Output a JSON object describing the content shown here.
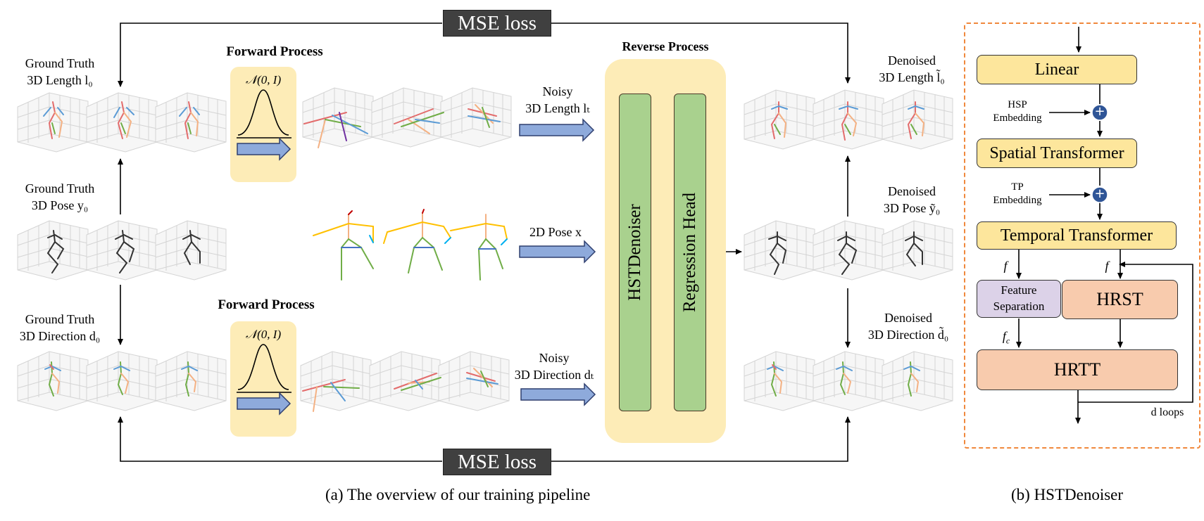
{
  "mse_top": "MSE loss",
  "mse_bottom": "MSE loss",
  "forward_top": "Forward Process",
  "forward_bottom": "Forward Process",
  "reverse_title": "Reverse Process",
  "gauss_label": "𝒩(0, I)",
  "left": {
    "length": [
      "Ground Truth",
      "3D Length  l₀"
    ],
    "pose": [
      "Ground Truth",
      "3D Pose  y₀"
    ],
    "direction": [
      "Ground Truth",
      "3D Direction  d₀"
    ]
  },
  "middle": {
    "noisy_length": [
      "Noisy",
      "3D Length  lₜ"
    ],
    "pose2d": "2D Pose  x",
    "noisy_direction": [
      "Noisy",
      "3D Direction  dₜ"
    ]
  },
  "right": {
    "length": [
      "Denoised",
      "3D Length  l̃₀"
    ],
    "pose": [
      "Denoised",
      "3D Pose  ỹ₀"
    ],
    "direction": [
      "Denoised",
      "3D Direction  d̃₀"
    ]
  },
  "green_blocks": [
    "HSTDenoiser",
    "Regression Head"
  ],
  "denoiser": {
    "linear": "Linear",
    "hsp": [
      "HSP",
      "Embedding"
    ],
    "spatial": "Spatial Transformer",
    "tp": [
      "TP",
      "Embedding"
    ],
    "temporal": "Temporal Transformer",
    "f_left": "f",
    "f_right": "f",
    "feature_sep": [
      "Feature",
      "Separation"
    ],
    "hrst": "HRST",
    "fc": "f",
    "fc_sub": "c",
    "hrtt": "HRTT",
    "loops": "d loops",
    "plus_symbol": "+"
  },
  "captions": {
    "a": "(a) The overview of our training pipeline",
    "b": "(b) HSTDenoiser"
  },
  "colors": {
    "yellow_bg": "#fdecb7",
    "green": "#a9d18e",
    "arrow_blue": "#8eaadb",
    "block_yellow": "#fde69c",
    "block_peach": "#f8cbad",
    "block_purple": "#dcd2e8",
    "plus_blue": "#2f5597",
    "dashed_orange": "#f0883c",
    "mse_dark": "#404040"
  }
}
